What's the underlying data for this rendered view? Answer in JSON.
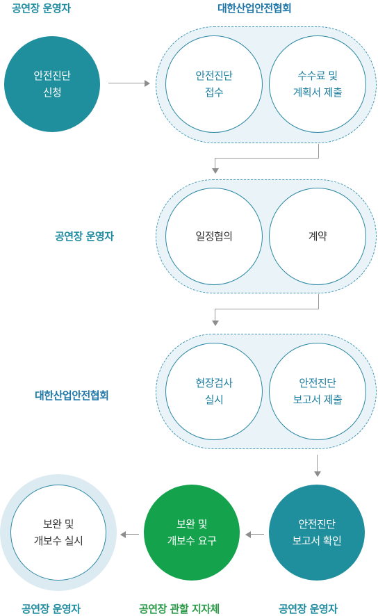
{
  "labels": {
    "top_left": "공연장 운영자",
    "top_right": "대한산업안전협회",
    "row2_left": "공연장 운영자",
    "row3_left": "대한산업안전협회",
    "bottom_left": "공연장 운영자",
    "bottom_middle": "공연장 관할 지자체",
    "bottom_right": "공연장 운영자"
  },
  "steps": {
    "apply": "안전진단\n신청",
    "receive": "안전진단\n접수",
    "fee_plan": "수수료 및\n계획서 제출",
    "schedule": "일정협의",
    "contract": "계약",
    "inspection": "현장검사\n실시",
    "report_submit": "안전진단\n보고서 제출",
    "report_confirm": "안전진단\n보고서 확인",
    "request_repair": "보완 및\n개보수 요구",
    "perform_repair": "보완 및\n개보수 실시"
  },
  "colors": {
    "teal_fill": "#1f8e9d",
    "green_fill": "#14a24c",
    "outline_blue": "#2b87a3",
    "pill_fill": "#e9f3f8",
    "label_teal": "#1d8aa0",
    "label_blue": "#1f77a8",
    "label_green": "#2a9a48"
  }
}
